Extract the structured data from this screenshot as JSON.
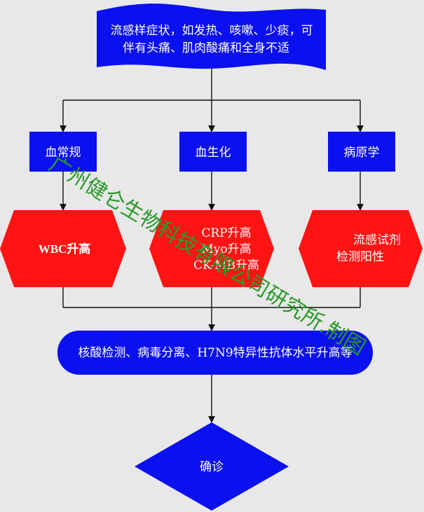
{
  "flowchart": {
    "symptoms": {
      "line1": "流感样症状，如发热、咳嗽、少痰，可",
      "line2": "伴有头痛、肌肉酸痛和全身不适"
    },
    "tests": [
      {
        "label": "血常规",
        "result": [
          "WBC升高"
        ]
      },
      {
        "label": "血生化",
        "result": [
          "CRP升高",
          "Myo升高",
          "CK-MB升高"
        ]
      },
      {
        "label": "病原学",
        "result": [
          "流感试剂",
          "检测阳性"
        ]
      }
    ],
    "confirmatory": "核酸检测、病毒分离、H7N9特异性抗体水平升高等",
    "diagnosis": "确诊"
  },
  "watermark": "广州健仑生物科技有限公司研究所.制图",
  "colors": {
    "blue": "#0a10ee",
    "red": "#ff1414",
    "line": "#111111",
    "background": "#e8e8e8",
    "watermark": "#2a9a2a"
  }
}
